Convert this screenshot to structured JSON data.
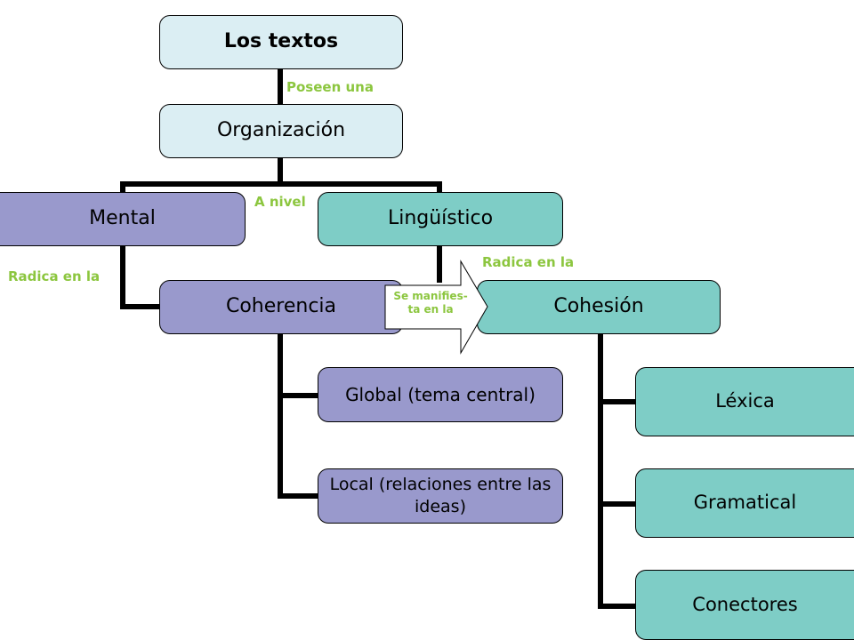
{
  "nodes": {
    "root": "Los textos",
    "organizacion": "Organización",
    "mental": "Mental",
    "linguistico": "Lingüístico",
    "coherencia": "Coherencia",
    "cohesion": "Cohesión",
    "global": "Global (tema central)",
    "local": "Local (relaciones entre las ideas)",
    "lexica": "Léxica",
    "gramatical": "Gramatical",
    "conectores": "Conectores"
  },
  "labels": {
    "poseen": "Poseen una",
    "a_nivel": "A nivel",
    "radica_left": "Radica en la",
    "radica_right": "Radica en la",
    "manifiesta_line1": "Se manifies-",
    "manifiesta_line2": "ta en la"
  },
  "colors": {
    "light": "#dbeef3",
    "purple": "#9999cc",
    "teal": "#7ecdc6",
    "label_green": "#8cc63f"
  }
}
